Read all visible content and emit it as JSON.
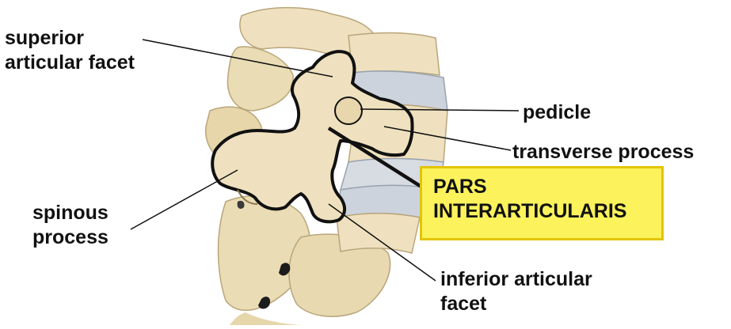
{
  "labels": {
    "superior": [
      "superior",
      "articular facet"
    ],
    "pedicle": "pedicle",
    "transverse": "transverse process",
    "spinous": [
      "spinous",
      "process"
    ],
    "inferior": [
      "inferior articular",
      "facet"
    ],
    "pars": [
      "PARS",
      "INTERARTICULARIS"
    ]
  },
  "colors": {
    "bone": "#efe1bf",
    "bone_shade": "#d8c79a",
    "disc": "#c9d0da",
    "outline": "#111111",
    "highlight_box": "#fbf25c",
    "highlight_border": "#e3c400"
  }
}
